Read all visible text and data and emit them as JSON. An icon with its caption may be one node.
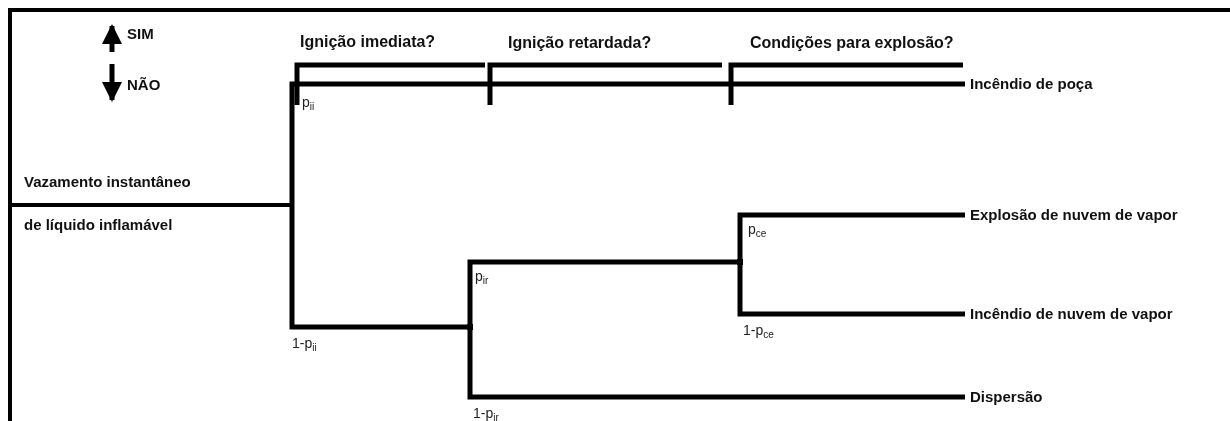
{
  "diagram": {
    "nodes": [
      {
        "text": [
          "Vazamento instantâneo de líquido inflamável"
        ]
      },
      {
        "text": [
          "Incêndio de poça"
        ]
      },
      {
        "text": [
          "Explosão de nuvem de vapor"
        ]
      },
      {
        "text": [
          "Incêndio de nuvem de vapor"
        ]
      },
      {
        "text": [
          "Dispersão"
        ]
      },
      {
        "text": [],
        "shape": "point"
      },
      {
        "text": [],
        "shape": "point"
      }
    ],
    "edges": [
      {
        "from": 0,
        "to": 1,
        "arrow": "none",
        "label": "p$_{ii}$"
      },
      {
        "from": 0,
        "to": 5,
        "arrow": "none",
        "label": "1-p$_{ii}$"
      },
      {
        "from": 5,
        "to": 6,
        "arrow": "none",
        "label": "p$_{ir}$"
      },
      {
        "from": 5,
        "to": 4,
        "arrow": "none",
        "label": "1-p$_{ir}$"
      },
      {
        "from": 6,
        "to": 2,
        "arrow": "none",
        "label": "p$_{ce}$"
      },
      {
        "from": 6,
        "to": 3,
        "arrow": "none",
        "label": "1-p$_{ce}$"
      }
    ],
    "labels": [
      "Ignição imediata?",
      "Ignição retardada?",
      "Condições para explosão?"
    ],
    "legend": [
      {
        "text": "SIM"
      },
      {
        "text": "NÃO"
      }
    ]
  }
}
